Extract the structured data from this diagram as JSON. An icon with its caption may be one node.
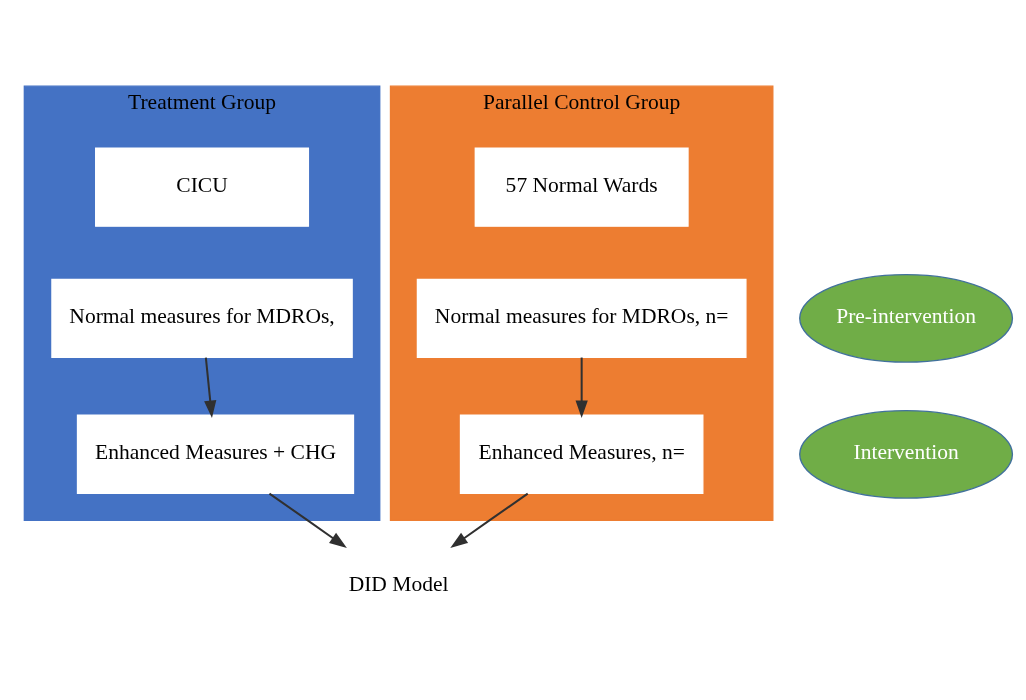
{
  "diagram": {
    "nodes": [
      {
        "text": [
          "Treatment Group"
        ]
      },
      {
        "text": [
          "CICU"
        ],
        "in": 0
      },
      {
        "text": [
          "Normal measures for MDROs,"
        ],
        "in": 0
      },
      {
        "text": [
          "Enhanced Measures + CHG"
        ],
        "in": 0
      },
      {
        "text": [
          "Parallel Control Group"
        ]
      },
      {
        "text": [
          "57 Normal Wards"
        ],
        "in": 4
      },
      {
        "text": [
          "Normal measures for MDROs, n="
        ],
        "in": 4
      },
      {
        "text": [
          "Enhanced Measures, n="
        ],
        "in": 4
      },
      {
        "text": [
          "Pre-intervention"
        ]
      },
      {
        "text": [
          "Intervention"
        ]
      },
      {
        "text": [
          "DID Model"
        ]
      }
    ],
    "edges": [
      {
        "from": 2,
        "to": 3,
        "arrow": "to"
      },
      {
        "from": 6,
        "to": 7,
        "arrow": "to"
      },
      {
        "from": 3,
        "to": 10,
        "arrow": "to"
      },
      {
        "from": 7,
        "to": 10,
        "arrow": "to"
      }
    ]
  }
}
